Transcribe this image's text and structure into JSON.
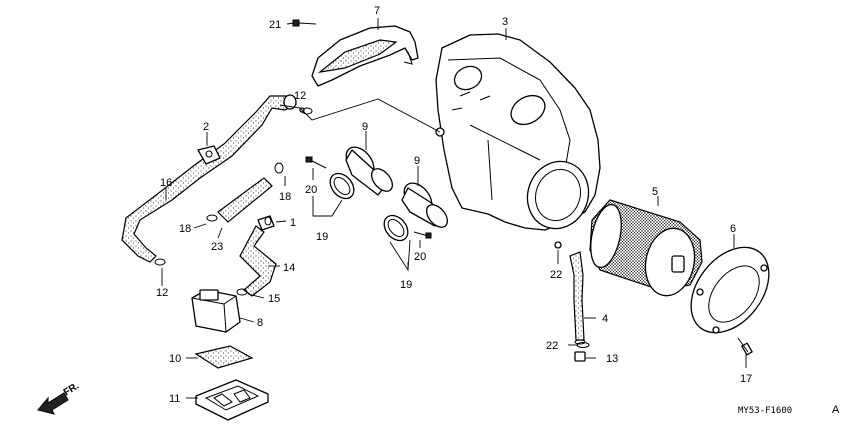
{
  "diagram": {
    "drawing_code": "MY53-F1600",
    "code_mark": "A",
    "direction_label": "FR."
  },
  "callouts": [
    {
      "id": "c1",
      "label": "1"
    },
    {
      "id": "c2",
      "label": "2"
    },
    {
      "id": "c3",
      "label": "3"
    },
    {
      "id": "c4",
      "label": "4"
    },
    {
      "id": "c5",
      "label": "5"
    },
    {
      "id": "c6",
      "label": "6"
    },
    {
      "id": "c7",
      "label": "7"
    },
    {
      "id": "c8",
      "label": "8"
    },
    {
      "id": "c9a",
      "label": "9"
    },
    {
      "id": "c9b",
      "label": "9"
    },
    {
      "id": "c10",
      "label": "10"
    },
    {
      "id": "c11",
      "label": "11"
    },
    {
      "id": "c12a",
      "label": "12"
    },
    {
      "id": "c12b",
      "label": "12"
    },
    {
      "id": "c13",
      "label": "13"
    },
    {
      "id": "c14",
      "label": "14"
    },
    {
      "id": "c15",
      "label": "15"
    },
    {
      "id": "c16",
      "label": "16"
    },
    {
      "id": "c17",
      "label": "17"
    },
    {
      "id": "c18a",
      "label": "18"
    },
    {
      "id": "c18b",
      "label": "18"
    },
    {
      "id": "c19a",
      "label": "19"
    },
    {
      "id": "c19b",
      "label": "19"
    },
    {
      "id": "c20a",
      "label": "20"
    },
    {
      "id": "c20b",
      "label": "20"
    },
    {
      "id": "c21",
      "label": "21"
    },
    {
      "id": "c22a",
      "label": "22"
    },
    {
      "id": "c22b",
      "label": "22"
    },
    {
      "id": "c23",
      "label": "23"
    }
  ]
}
